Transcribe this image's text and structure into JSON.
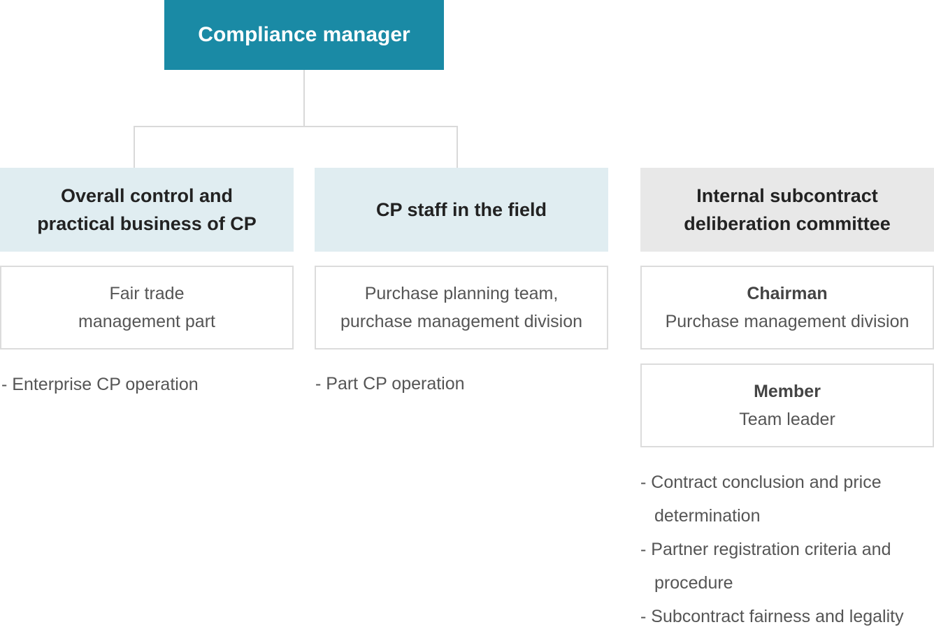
{
  "top": {
    "title": "Compliance manager"
  },
  "columns": [
    {
      "heading": [
        "Overall control and",
        "practical business of CP"
      ],
      "box_lines": [
        "Fair trade",
        "management part"
      ],
      "notes": [
        "- Enterprise CP operation"
      ]
    },
    {
      "heading": [
        "CP staff in the field"
      ],
      "box_lines": [
        "Purchase planning team,",
        "purchase management division"
      ],
      "notes": [
        "- Part CP operation"
      ]
    },
    {
      "heading": [
        "Internal subcontract",
        "deliberation committee"
      ],
      "chairman": {
        "label": "Chairman",
        "value": "Purchase management division"
      },
      "member": {
        "label": "Member",
        "value": "Team leader"
      },
      "notes": [
        "- Contract conclusion and price",
        "determination",
        "- Partner registration criteria and",
        "procedure",
        "- Subcontract fairness and legality"
      ]
    }
  ],
  "colors": {
    "top_box": "#1a8aa5",
    "heading_blue": "#e0edf1",
    "heading_gray": "#e8e8e8",
    "connector": "#d9d9d9"
  }
}
